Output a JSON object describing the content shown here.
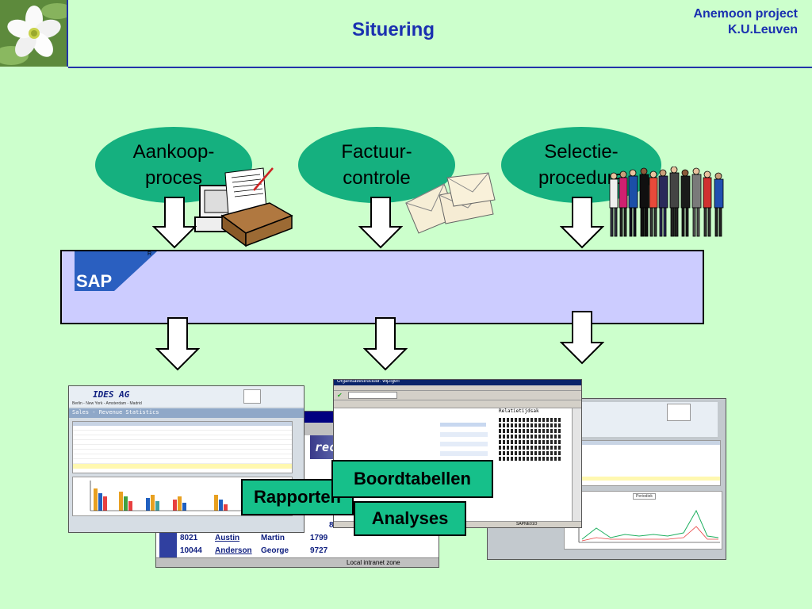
{
  "header": {
    "title": "Situering",
    "project_line1": "Anemoon project",
    "project_line2": "K.U.Leuven"
  },
  "processes": [
    {
      "line1": "Aankoop-",
      "line2": "proces"
    },
    {
      "line1": "Factuur-",
      "line2": "controle"
    },
    {
      "line1": "Selectie-",
      "line2": "procedure"
    }
  ],
  "sap": {
    "logo_text": "SAP",
    "registered": "R"
  },
  "outputs": {
    "boordtabellen": "Boordtabellen",
    "rapporten": "Rapporten",
    "analyses": "Analyses"
  },
  "screens": {
    "left_company": "IDES AG",
    "left_cities": "Berlin - New York - Amsterdam - Madrid",
    "left_report": "Sales - Revenue Statistics",
    "mid_directory": "rectory",
    "mid_rows": [
      {
        "id": "8021",
        "last": "Austin",
        "first": "Martin",
        "num": "1799"
      },
      {
        "id": "10044",
        "last": "Anderson",
        "first": "George",
        "num": "9727"
      }
    ],
    "mid_num_extra": "8401",
    "mid_status": "Local intranet zone",
    "org_title": "Organisatiestructuur: wijzigen",
    "org_relation": "Relatietijdsak",
    "org_footer": "SAPNE01O",
    "right_tab": "Periodiek"
  },
  "colors": {
    "title_blue": "#1a30b0",
    "ellipse_green": "#15b07f",
    "sap_bar": "#ccccff",
    "label_green": "#16c08a",
    "background": "#ccffcc"
  }
}
